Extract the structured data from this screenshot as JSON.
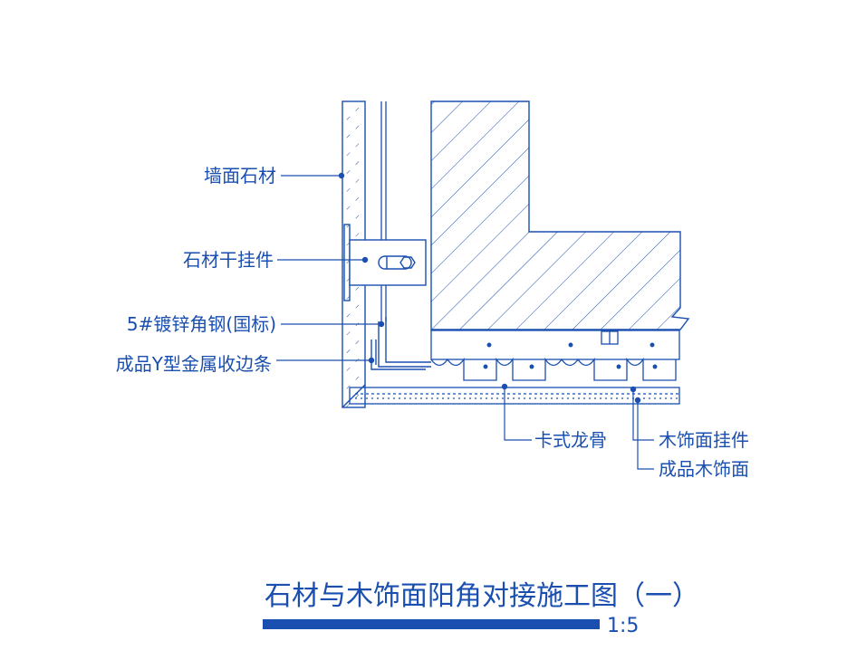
{
  "colors": {
    "line": "#1a4fb0",
    "background": "#ffffff"
  },
  "labels": {
    "wall_stone": "墙面石材",
    "stone_hanger": "石材干挂件",
    "angle_steel": "5#镀锌角钢(国标)",
    "y_trim": "成品Y型金属收边条",
    "clip_keel": "卡式龙骨",
    "wood_hanger": "木饰面挂件",
    "wood_panel": "成品木饰面"
  },
  "title": "石材与木饰面阳角对接施工图（一）",
  "scale": "1:5"
}
